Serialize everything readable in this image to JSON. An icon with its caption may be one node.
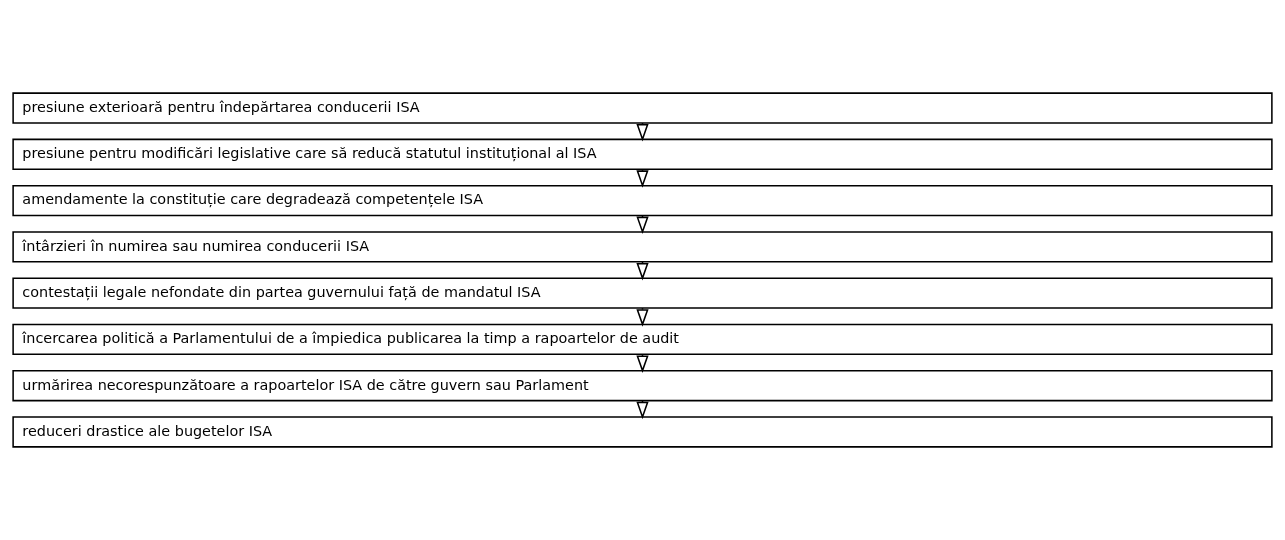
{
  "diagram": {
    "nodes": [
      {
        "text": [
          "presiune exterioară pentru îndepărtarea conducerii ISA"
        ]
      },
      {
        "text": [
          "presiune pentru modificări legislative care să reducă statutul instituțional al ISA"
        ]
      },
      {
        "text": [
          "amendamente la constituție care degradează competențele ISA"
        ]
      },
      {
        "text": [
          "întârzieri în numirea sau numirea conducerii ISA"
        ]
      },
      {
        "text": [
          "contestații legale nefondate din partea guvernului față de mandatul ISA"
        ]
      },
      {
        "text": [
          "încercarea politică a Parlamentului de a împiedica publicarea la timp a rapoartelor de audit"
        ]
      },
      {
        "text": [
          "urmărirea necorespunzătoare a rapoartelor ISA de către guvern sau Parlament"
        ]
      },
      {
        "text": [
          "reduceri drastice ale bugetelor ISA"
        ]
      }
    ],
    "edges": [
      {
        "from": 0,
        "to": 1,
        "arrow": "to"
      },
      {
        "from": 1,
        "to": 2,
        "arrow": "to"
      },
      {
        "from": 2,
        "to": 3,
        "arrow": "to"
      },
      {
        "from": 3,
        "to": 4,
        "arrow": "to"
      },
      {
        "from": 4,
        "to": 5,
        "arrow": "to"
      },
      {
        "from": 5,
        "to": 6,
        "arrow": "to"
      },
      {
        "from": 6,
        "to": 7,
        "arrow": "to"
      }
    ]
  }
}
